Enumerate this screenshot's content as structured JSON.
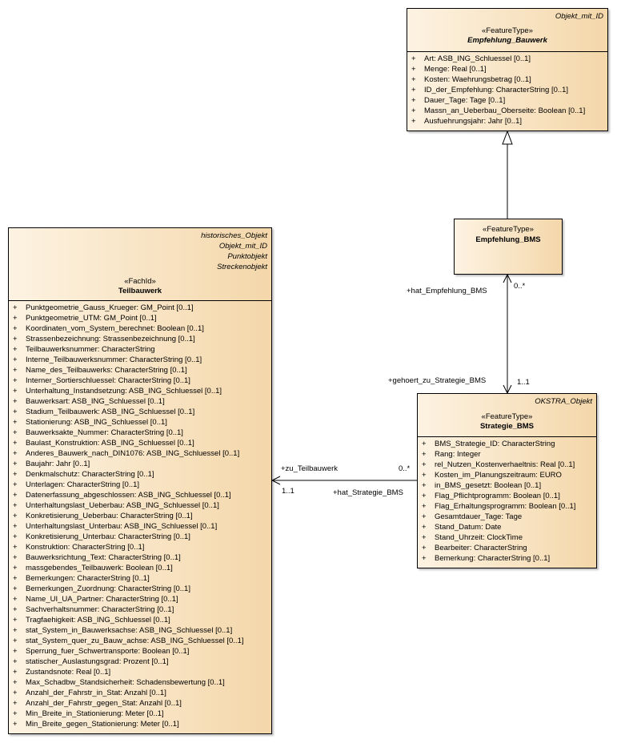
{
  "classes": {
    "empfehlung_bauwerk": {
      "parents": [
        "Objekt_mit_ID"
      ],
      "stereotype": "«FeatureType»",
      "name": "Empfehlung_Bauwerk",
      "attributes": [
        {
          "vis": "+",
          "text": "Art: ASB_ING_Schluessel [0..1]"
        },
        {
          "vis": "+",
          "text": "Menge: Real [0..1]"
        },
        {
          "vis": "+",
          "text": "Kosten: Waehrungsbetrag [0..1]"
        },
        {
          "vis": "+",
          "text": "ID_der_Empfehlung: CharacterString [0..1]"
        },
        {
          "vis": "+",
          "text": "Dauer_Tage: Tage [0..1]"
        },
        {
          "vis": "+",
          "text": "Massn_an_Ueberbau_Oberseite: Boolean [0..1]"
        },
        {
          "vis": "+",
          "text": "Ausfuehrungsjahr: Jahr [0..1]"
        }
      ]
    },
    "empfehlung_bms": {
      "stereotype": "«FeatureType»",
      "name": "Empfehlung_BMS"
    },
    "strategie_bms": {
      "parents": [
        "OKSTRA_Objekt"
      ],
      "stereotype": "«FeatureType»",
      "name": "Strategie_BMS",
      "attributes": [
        {
          "vis": "+",
          "text": "BMS_Strategie_ID: CharacterString"
        },
        {
          "vis": "+",
          "text": "Rang: Integer"
        },
        {
          "vis": "+",
          "text": "rel_Nutzen_Kostenverhaeltnis: Real [0..1]"
        },
        {
          "vis": "+",
          "text": "Kosten_im_Planungszeitraum: EURO"
        },
        {
          "vis": "+",
          "text": "in_BMS_gesetzt: Boolean [0..1]"
        },
        {
          "vis": "+",
          "text": "Flag_Pflichtprogramm: Boolean [0..1]"
        },
        {
          "vis": "+",
          "text": "Flag_Erhaltungsprogramm: Boolean [0..1]"
        },
        {
          "vis": "+",
          "text": "Gesamtdauer_Tage: Tage"
        },
        {
          "vis": "+",
          "text": "Stand_Datum: Date"
        },
        {
          "vis": "+",
          "text": "Stand_Uhrzeit: ClockTime"
        },
        {
          "vis": "+",
          "text": "Bearbeiter: CharacterString"
        },
        {
          "vis": "+",
          "text": "Bemerkung: CharacterString [0..1]"
        }
      ]
    },
    "teilbauwerk": {
      "parents": [
        "historisches_Objekt",
        "Objekt_mit_ID",
        "Punktobjekt",
        "Streckenobjekt"
      ],
      "stereotype": "«FachId»",
      "name": "Teilbauwerk",
      "attributes": [
        {
          "vis": "+",
          "text": "Punktgeometrie_Gauss_Krueger: GM_Point [0..1]"
        },
        {
          "vis": "+",
          "text": "Punktgeometrie_UTM: GM_Point [0..1]"
        },
        {
          "vis": "+",
          "text": "Koordinaten_vom_System_berechnet: Boolean [0..1]"
        },
        {
          "vis": "+",
          "text": "Strassenbezeichnung: Strassenbezeichnung [0..1]"
        },
        {
          "vis": "+",
          "text": "Teilbauwerksnummer: CharacterString"
        },
        {
          "vis": "+",
          "text": "Interne_Teilbauwerksnummer: CharacterString [0..1]"
        },
        {
          "vis": "+",
          "text": "Name_des_Teilbauwerks: CharacterString [0..1]"
        },
        {
          "vis": "+",
          "text": "Interner_Sortierschluessel: CharacterString [0..1]"
        },
        {
          "vis": "+",
          "text": "Unterhaltung_Instandsetzung: ASB_ING_Schluessel [0..1]"
        },
        {
          "vis": "+",
          "text": "Bauwerksart: ASB_ING_Schluessel [0..1]"
        },
        {
          "vis": "+",
          "text": "Stadium_Teilbauwerk: ASB_ING_Schluessel [0..1]"
        },
        {
          "vis": "+",
          "text": "Stationierung: ASB_ING_Schluessel [0..1]"
        },
        {
          "vis": "+",
          "text": "Bauwerksakte_Nummer: CharacterString [0..1]"
        },
        {
          "vis": "+",
          "text": "Baulast_Konstruktion: ASB_ING_Schluessel [0..1]"
        },
        {
          "vis": "+",
          "text": "Anderes_Bauwerk_nach_DIN1076: ASB_ING_Schluessel [0..1]"
        },
        {
          "vis": "+",
          "text": "Baujahr: Jahr [0..1]"
        },
        {
          "vis": "+",
          "text": "Denkmalschutz: CharacterString [0..1]"
        },
        {
          "vis": "+",
          "text": "Unterlagen: CharacterString [0..1]"
        },
        {
          "vis": "+",
          "text": "Datenerfassung_abgeschlossen: ASB_ING_Schluessel [0..1]"
        },
        {
          "vis": "+",
          "text": "Unterhaltungslast_Ueberbau: ASB_ING_Schluessel [0..1]"
        },
        {
          "vis": "+",
          "text": "Konkretisierung_Ueberbau: CharacterString [0..1]"
        },
        {
          "vis": "+",
          "text": "Unterhaltungslast_Unterbau: ASB_ING_Schluessel [0..1]"
        },
        {
          "vis": "+",
          "text": "Konkretisierung_Unterbau: CharacterString [0..1]"
        },
        {
          "vis": "+",
          "text": "Konstruktion: CharacterString [0..1]"
        },
        {
          "vis": "+",
          "text": "Bauwerksrichtung_Text: CharacterString [0..1]"
        },
        {
          "vis": "+",
          "text": "massgebendes_Teilbauwerk: Boolean [0..1]"
        },
        {
          "vis": "+",
          "text": "Bemerkungen: CharacterString [0..1]"
        },
        {
          "vis": "+",
          "text": "Bemerkungen_Zuordnung: CharacterString [0..1]"
        },
        {
          "vis": "+",
          "text": "Name_UI_UA_Partner: CharacterString [0..1]"
        },
        {
          "vis": "+",
          "text": "Sachverhaltsnummer: CharacterString [0..1]"
        },
        {
          "vis": "+",
          "text": "Tragfaehigkeit: ASB_ING_Schluessel [0..1]"
        },
        {
          "vis": "+",
          "text": "stat_System_in_Bauwerksachse: ASB_ING_Schluessel [0..1]"
        },
        {
          "vis": "+",
          "text": "stat_System_quer_zu_Bauw_achse: ASB_ING_Schluessel [0..1]"
        },
        {
          "vis": "+",
          "text": "Sperrung_fuer_Schwertransporte: Boolean [0..1]"
        },
        {
          "vis": "+",
          "text": "statischer_Auslastungsgrad: Prozent [0..1]"
        },
        {
          "vis": "+",
          "text": "Zustandsnote: Real [0..1]"
        },
        {
          "vis": "+",
          "text": "Max_Schadbw_Standsicherheit: Schadensbewertung [0..1]"
        },
        {
          "vis": "+",
          "text": "Anzahl_der_Fahrstr_in_Stat: Anzahl [0..1]"
        },
        {
          "vis": "+",
          "text": "Anzahl_der_Fahrstr_gegen_Stat: Anzahl [0..1]"
        },
        {
          "vis": "+",
          "text": "Min_Breite_in_Stationierung: Meter [0..1]"
        },
        {
          "vis": "+",
          "text": "Min_Breite_gegen_Stationierung: Meter [0..1]"
        }
      ]
    }
  },
  "associations": {
    "empfehlung_strategie": {
      "role_top": "+hat_Empfehlung_BMS",
      "mult_top": "0..*",
      "role_bottom": "+gehoert_zu_Strategie_BMS",
      "mult_bottom": "1..1"
    },
    "teilbauwerk_strategie": {
      "role_left": "+zu_Teilbauwerk",
      "mult_left": "1..1",
      "role_right": "+hat_Strategie_BMS",
      "mult_right": "0..*"
    }
  }
}
